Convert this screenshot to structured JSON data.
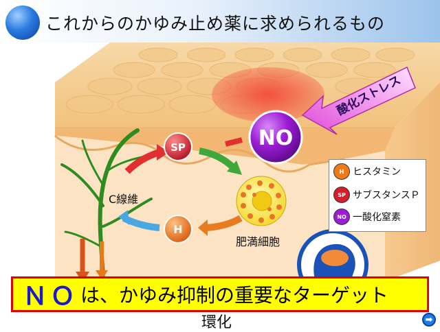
{
  "title": "これからのかゆみ止め薬に求められるもの",
  "diagram": {
    "node_sp": "SP",
    "node_no": "NO",
    "node_h": "H",
    "label_c_fiber": "C線維",
    "label_mast_cell": "肥満細胞",
    "label_oxidative_stress": "酸化ストレス"
  },
  "legend": {
    "items": [
      {
        "badge": "H",
        "label": "ヒスタミン",
        "color": "#f07a1a"
      },
      {
        "badge": "SP",
        "label": "サブスタンスＰ",
        "color": "#d81c2c"
      },
      {
        "badge": "NO",
        "label": "一酸化窒素",
        "color": "#9b1bd6"
      }
    ]
  },
  "banner": {
    "highlight": "ＮＯ",
    "text": "は、かゆみ抑制の重要なターゲット"
  },
  "bottom_text": "環化",
  "nav": {
    "next_icon": "➡"
  }
}
